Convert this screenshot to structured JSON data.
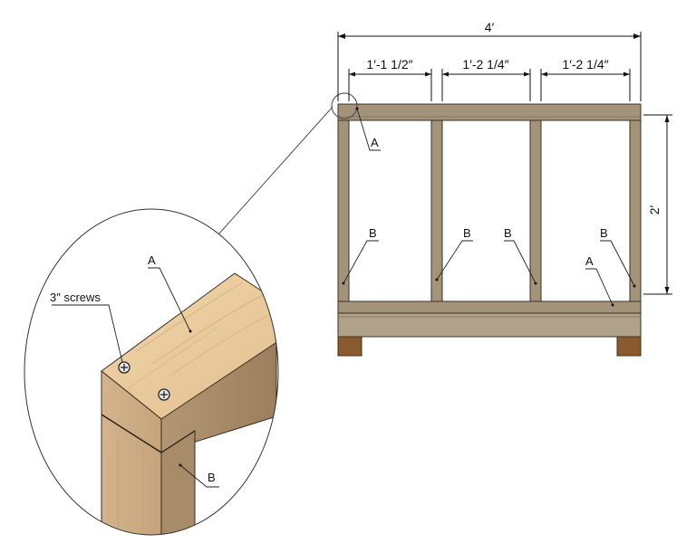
{
  "dimensions": {
    "overall_width": "4′",
    "bay_1": "1′-1 1/2″",
    "bay_2": "1′-2 1/4″",
    "bay_3": "1′-2 1/4″",
    "height": "2′"
  },
  "part_labels": {
    "top_rail": "A",
    "bottom_rail": "A",
    "stud_1": "B",
    "stud_2": "B",
    "stud_3": "B",
    "stud_4": "B"
  },
  "detail": {
    "screws_label": "3″ screws",
    "top_piece": "A",
    "post_piece": "B"
  },
  "colors": {
    "frame_wood": "#a39379",
    "bottom_board": "#b0a18a",
    "feet": "#8a5a2e",
    "detail_light_wood": "#e7c89c",
    "detail_mid_wood": "#c9a882",
    "detail_dark_wood": "#a38766"
  }
}
